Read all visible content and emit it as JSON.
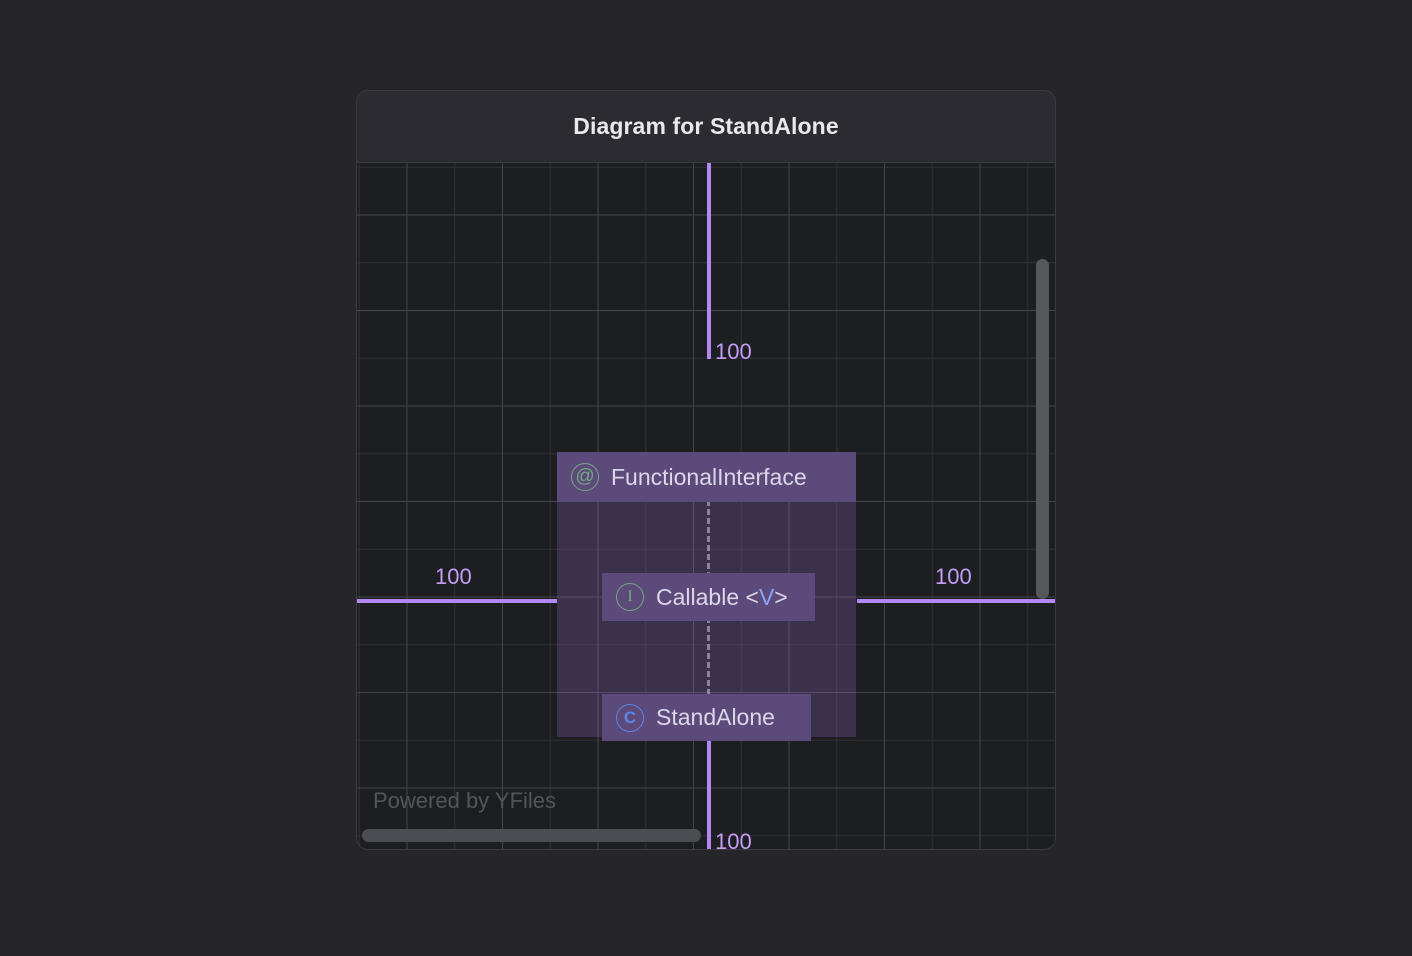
{
  "card": {
    "title": "Diagram for StandAlone",
    "watermark": "Powered by YFiles"
  },
  "rulers": {
    "top_label": "100",
    "left_label": "100",
    "right_label": "100",
    "bottom_label": "100",
    "color": "#b388f5"
  },
  "diagram": {
    "nodes": [
      {
        "id": "functional-interface",
        "label": "FunctionalInterface",
        "icon": "annotation-icon",
        "icon_glyph": "@",
        "icon_color": "#73a881"
      },
      {
        "id": "callable",
        "label": "Callable ",
        "generic_open": "<",
        "generic_param": "V",
        "generic_close": ">",
        "icon": "interface-icon",
        "icon_glyph": "I",
        "icon_color": "#73a881"
      },
      {
        "id": "standalone",
        "label": "StandAlone",
        "icon": "class-icon",
        "icon_glyph": "C",
        "icon_color": "#5b86e8"
      }
    ],
    "group_color": "#9268c4",
    "node_color": "#5b4a7a"
  }
}
